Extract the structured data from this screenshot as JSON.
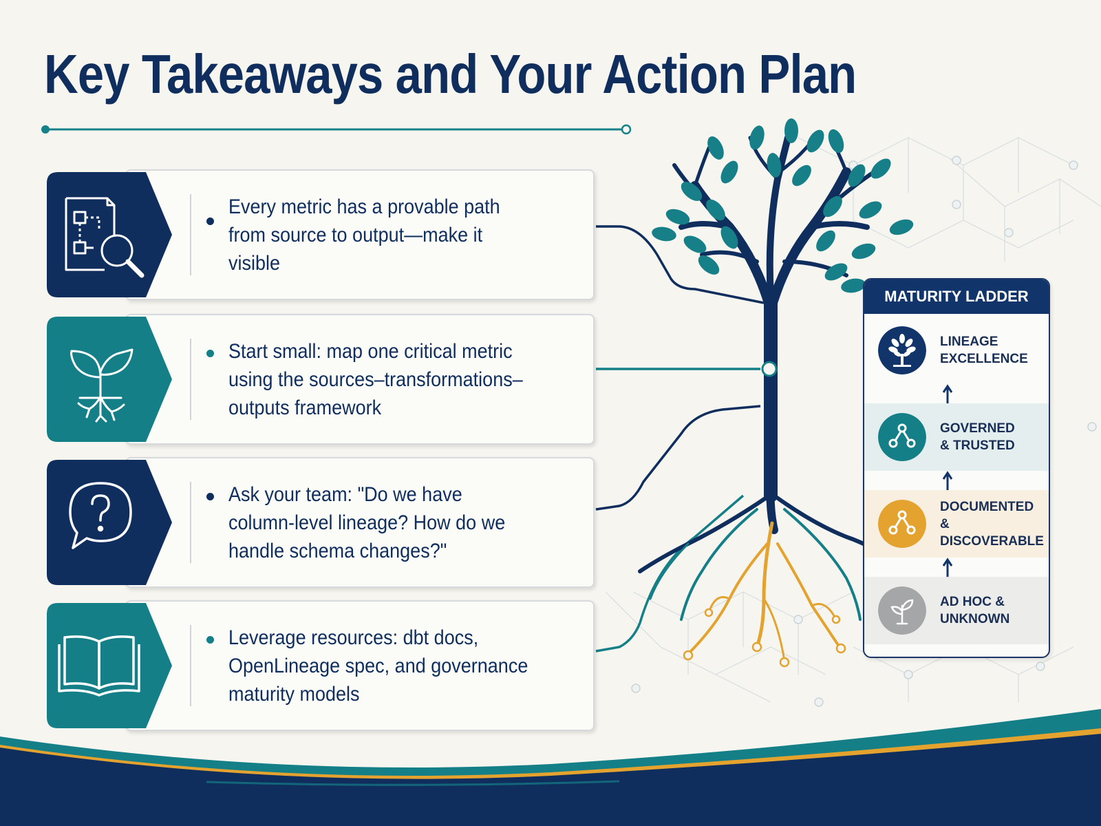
{
  "title": "Key Takeaways and Your Action Plan",
  "colors": {
    "navy": "#0f2e5d",
    "teal": "#157f88",
    "gold": "#e3a32e",
    "gray": "#a5a6a7"
  },
  "cards": [
    {
      "icon": "flowchart-magnifier-icon",
      "text": "Every metric has a provable path\nfrom source to output—make it visible"
    },
    {
      "icon": "sprout-roots-icon",
      "text": "Start small: map one critical metric\nusing the sources–transformations–\noutputs framework"
    },
    {
      "icon": "question-bubble-icon",
      "text": "Ask your team: \"Do we have\ncolumn-level lineage? How do we\nhandle schema changes?\""
    },
    {
      "icon": "open-book-icon",
      "text": "Leverage resources: dbt docs,\nOpenLineage spec, and governance\nmaturity models"
    }
  ],
  "ladder": {
    "title": "MATURITY LADDER",
    "levels": [
      {
        "label": "LINEAGE\nEXCELLENCE",
        "icon": "tree-icon"
      },
      {
        "label": "GOVERNED\n& TRUSTED",
        "icon": "network-nodes-icon"
      },
      {
        "label": "DOCUMENTED\n& DISCOVERABLE",
        "icon": "network-nodes-icon"
      },
      {
        "label": "AD HOC &\nUNKNOWN",
        "icon": "seedling-icon"
      }
    ]
  }
}
